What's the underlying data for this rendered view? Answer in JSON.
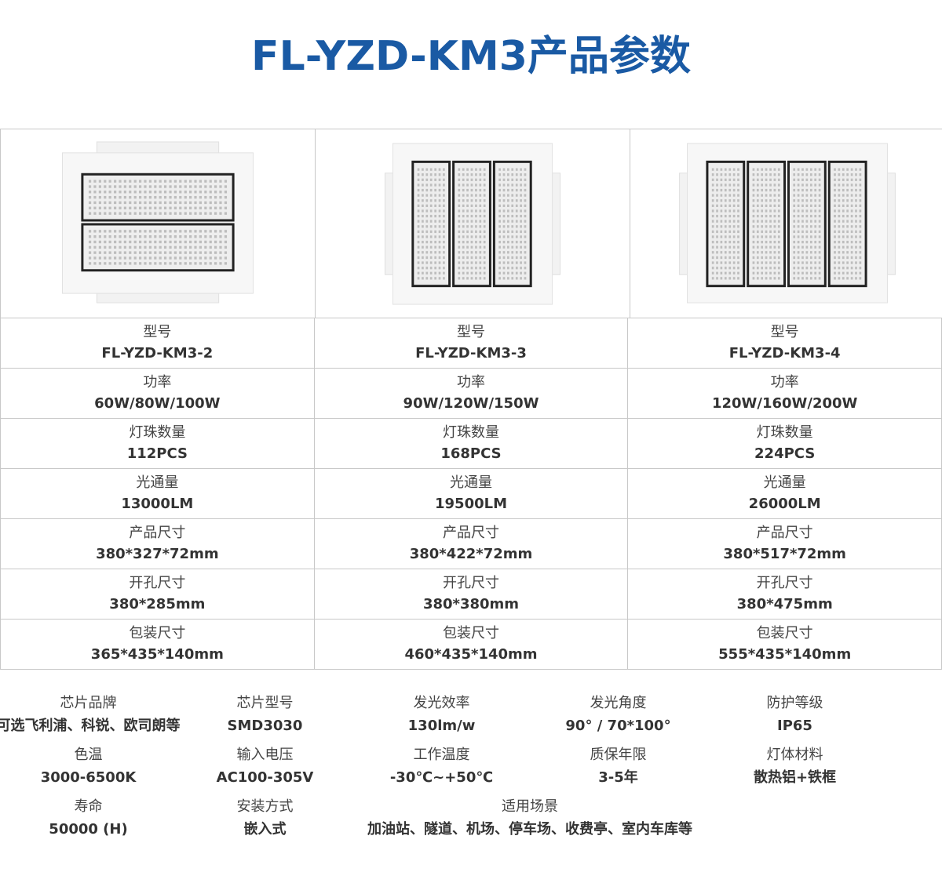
{
  "title": "FL-YZD-KM3产品参数",
  "products": [
    {
      "model_label": "型号",
      "model": "FL-YZD-KM3-2",
      "power_label": "功率",
      "power": "60W/80W/100W",
      "leds_label": "灯珠数量",
      "leds": "112PCS",
      "flux_label": "光通量",
      "flux": "13000LM",
      "size_label": "产品尺寸",
      "size": "380*327*72mm",
      "cut_label": "开孔尺寸",
      "cut": "380*285mm",
      "pack_label": "包装尺寸",
      "pack": "365*435*140mm"
    },
    {
      "model_label": "型号",
      "model": "FL-YZD-KM3-3",
      "power_label": "功率",
      "power": "90W/120W/150W",
      "leds_label": "灯珠数量",
      "leds": "168PCS",
      "flux_label": "光通量",
      "flux": "19500LM",
      "size_label": "产品尺寸",
      "size": "380*422*72mm",
      "cut_label": "开孔尺寸",
      "cut": "380*380mm",
      "pack_label": "包装尺寸",
      "pack": "460*435*140mm"
    },
    {
      "model_label": "型号",
      "model": "FL-YZD-KM3-4",
      "power_label": "功率",
      "power": "120W/160W/200W",
      "leds_label": "灯珠数量",
      "leds": "224PCS",
      "flux_label": "光通量",
      "flux": "26000LM",
      "size_label": "产品尺寸",
      "size": "380*517*72mm",
      "cut_label": "开孔尺寸",
      "cut": "380*475mm",
      "pack_label": "包装尺寸",
      "pack": "555*435*140mm"
    }
  ],
  "common_specs": {
    "chip_brand": {
      "label": "芯片品牌",
      "value": "可选飞利浦、科锐、欧司朗等"
    },
    "chip_model": {
      "label": "芯片型号",
      "value": "SMD3030"
    },
    "efficacy": {
      "label": "发光效率",
      "value": "130lm/w"
    },
    "beam_angle": {
      "label": "发光角度",
      "value": "90° / 70*100°"
    },
    "ip_rating": {
      "label": "防护等级",
      "value": "IP65"
    },
    "cct": {
      "label": "色温",
      "value": "3000-6500K"
    },
    "voltage": {
      "label": "输入电压",
      "value": "AC100-305V"
    },
    "temperature": {
      "label": "工作温度",
      "value": "-30℃~+50℃"
    },
    "warranty": {
      "label": "质保年限",
      "value": "3-5年"
    },
    "material": {
      "label": "灯体材料",
      "value": "散热铝+铁框"
    },
    "lifespan": {
      "label": "寿命",
      "value": "50000 (H)"
    },
    "installation": {
      "label": "安装方式",
      "value": "嵌入式"
    },
    "applications": {
      "label": "适用场景",
      "value": "加油站、隧道、机场、停车场、收费亭、室内车库等"
    }
  },
  "colors": {
    "title": "#1a5aa4",
    "border": "#c8c8c8"
  }
}
